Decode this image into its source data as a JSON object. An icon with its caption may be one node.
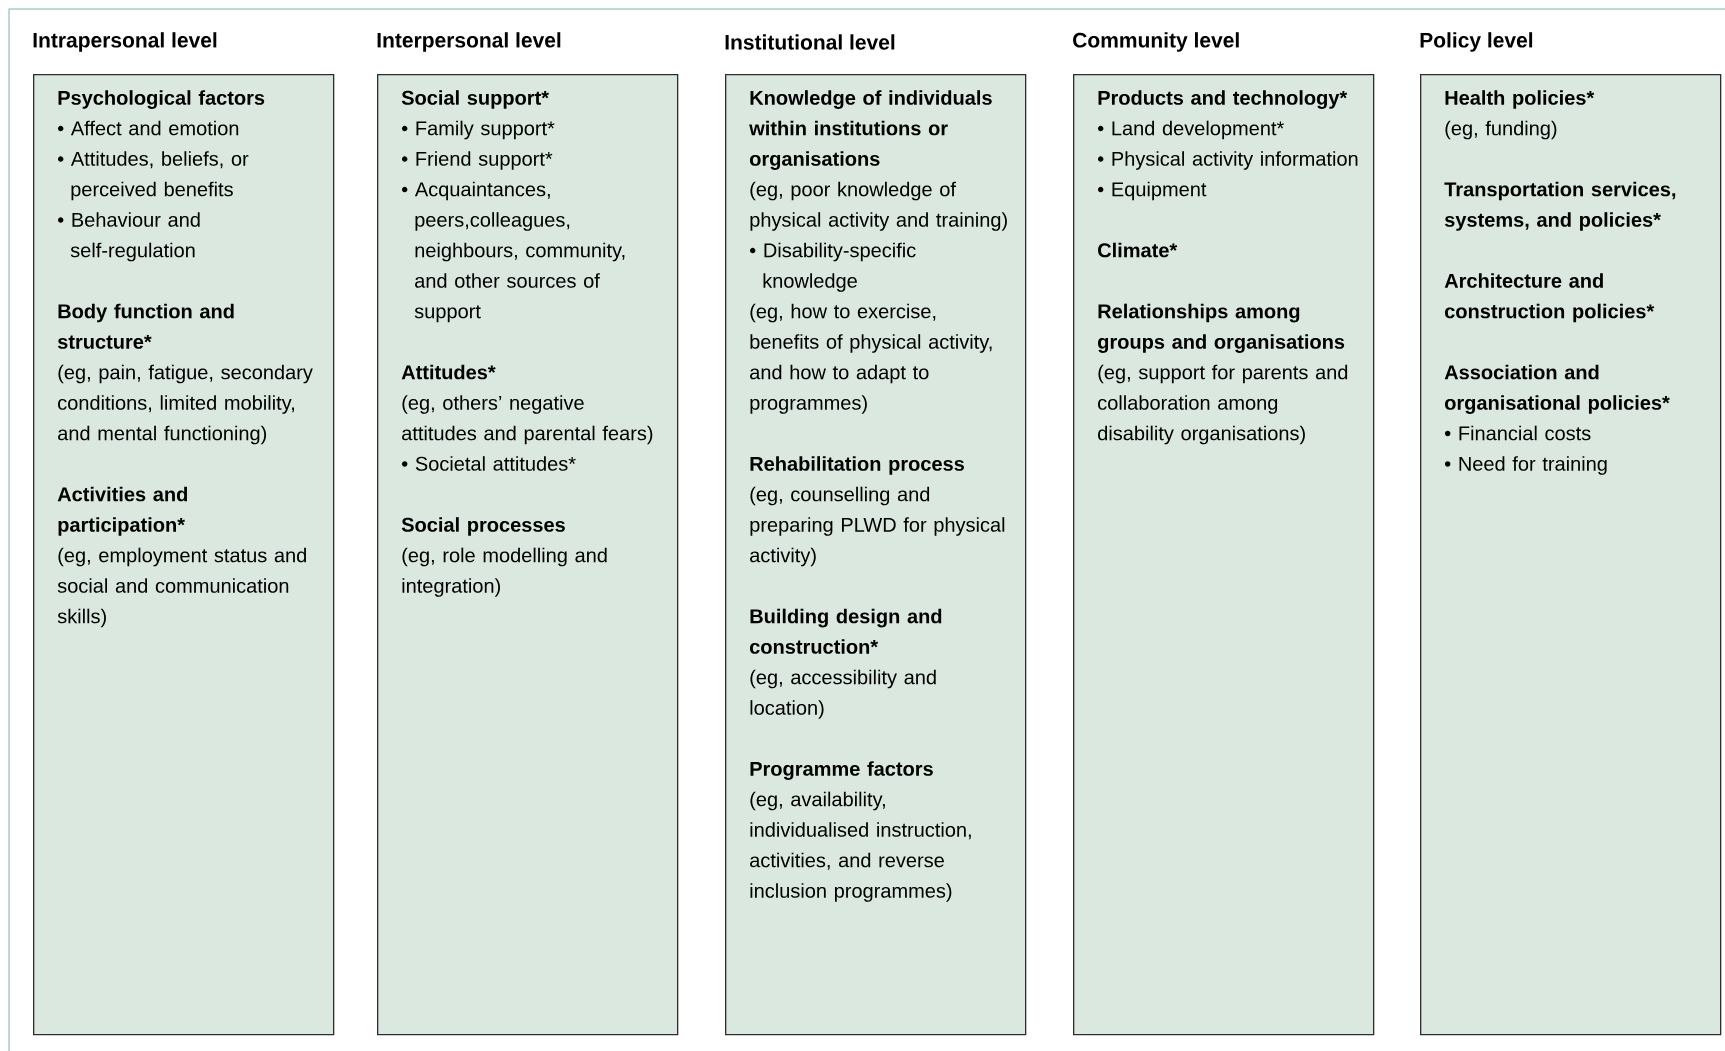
{
  "diagram": {
    "nodes": [
      {
        "text": [
          "Intrapersonal level",
          "Psychological factors",
          "• Affect and emotion",
          "• Attitudes, beliefs, or perceived benefits",
          "• Behaviour and self-regulation",
          "Body function and structure*",
          "(eg, pain, fatigue, secondary conditions, limited mobility, and mental functioning)",
          "Activities and participation*",
          "(eg, employment status and social and communication skills)"
        ]
      },
      {
        "text": [
          "Interpersonal level",
          "Social support*",
          "• Family support*",
          "• Friend support*",
          "• Acquaintances, peers,colleagues, neighbours, community, and other sources of support",
          "Attitudes*",
          "(eg, others’ negative attitudes and parental fears)",
          "• Societal attitudes*",
          "Social processes",
          "(eg, role modelling and integration)"
        ]
      },
      {
        "text": [
          "Institutional level",
          "Knowledge of individuals within institutions or organisations",
          "(eg, poor knowledge of physical activity and training)",
          "• Disability-specific knowledge",
          "(eg, how to exercise, benefits of physical activity, and how to adapt to programmes)",
          "Rehabilitation process",
          "(eg, counselling and preparing PLWD for physical activity)",
          "Building design and construction*",
          "(eg, accessibility and location)",
          "Programme factors",
          "(eg, availability, individualised instruction, activities, and reverse inclusion programmes)"
        ]
      },
      {
        "text": [
          "Community level",
          "Products and technology*",
          "• Land development*",
          "• Physical activity information",
          "• Equipment",
          "Climate*",
          "Relationships among groups and organisations",
          "(eg, support for parents and collaboration among disability organisations)"
        ]
      },
      {
        "text": [
          "Policy level",
          "Health policies*",
          "(eg, funding)",
          "Transportation services, systems, and policies*",
          "Architecture and construction policies*",
          "Association and organisational policies*",
          "• Financial costs",
          "• Need for training"
        ]
      }
    ]
  }
}
